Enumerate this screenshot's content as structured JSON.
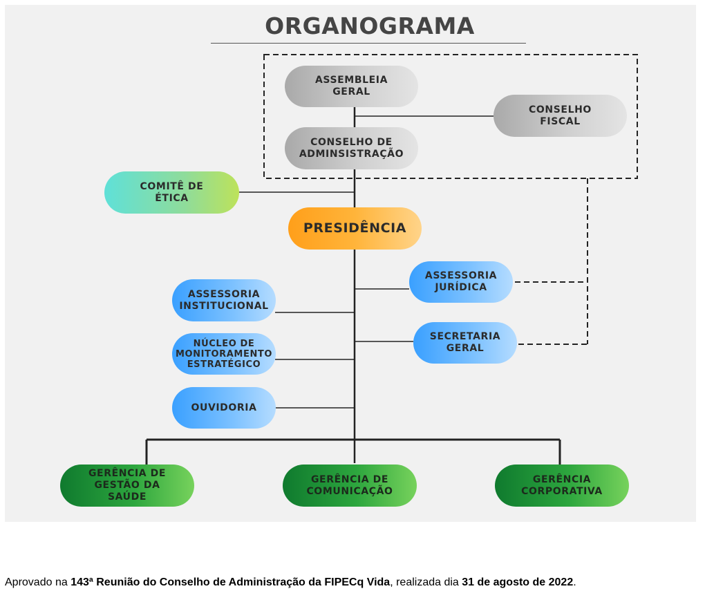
{
  "title": "ORGANOGRAMA",
  "nodes": {
    "assembleia": "ASSEMBLEIA\nGERAL",
    "conselho_fiscal": "CONSELHO\nFISCAL",
    "conselho_admin": "CONSELHO DE\nADMINSISTRAÇÃO",
    "comite_etica": "COMITÊ DE\nÉTICA",
    "presidencia": "PRESIDÊNCIA",
    "assessoria_juridica": "ASSESSORIA\nJURÍDICA",
    "assessoria_institucional": "ASSESSORIA\nINSTITUCIONAL",
    "secretaria_geral": "SECRETARIA\nGERAL",
    "nucleo": "NÚCLEO DE\nMONITORAMENTO\nESTRATÉGICO",
    "ouvidoria": "OUVIDORIA",
    "gerencia_saude": "GERÊNCIA DE\nGESTÃO DA\nSAÚDE",
    "gerencia_comunicacao": "GERÊNCIA DE\nCOMUNICAÇÃO",
    "gerencia_corporativa": "GERÊNCIA\nCORPORATIVA"
  },
  "footer": {
    "prefix": "Aprovado na ",
    "meeting": "143ª Reunião do Conselho de Administração da FIPECq Vida",
    "middle": ", realizada dia ",
    "date": "31 de agosto de 2022",
    "suffix": "."
  },
  "colors": {
    "grey": "#bdbdbd",
    "teal": "#8fdc9a",
    "orange": "#ffb43a",
    "blue": "#7ec2ff",
    "green": "#2da63e"
  }
}
